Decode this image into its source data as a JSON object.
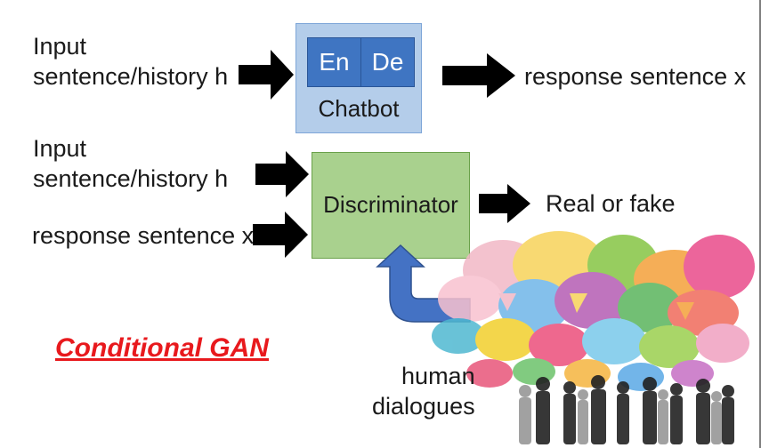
{
  "top_row": {
    "input_label": "Input\nsentence/history h",
    "encoder_label": "En",
    "decoder_label": "De",
    "chatbot_label": "Chatbot",
    "output_label": "response sentence x"
  },
  "bottom_row": {
    "input_label": "Input\nsentence/history h",
    "response_label": "response sentence x",
    "discriminator_label": "Discriminator",
    "output_label": "Real or fake",
    "human_label": "human\ndialogues"
  },
  "caption": "Conditional GAN",
  "colors": {
    "chatbot_fill": "#b4cdea",
    "encoder_fill": "#3f75c2",
    "discriminator_fill": "#a9d18e",
    "feedback_arrow": "#4472c4",
    "caption": "#e8191d"
  }
}
